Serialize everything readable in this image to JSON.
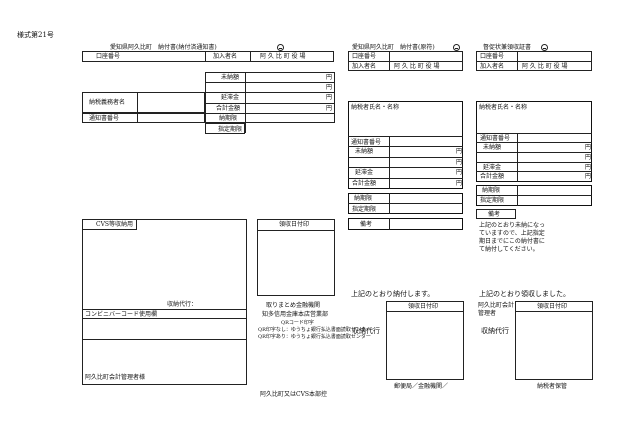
{
  "form_label": "様式第21号",
  "part1": {
    "title": "愛知県阿久比町　納付書(納付済通知書)",
    "account_label": "口座番号",
    "member_label": "加入者名",
    "member_value": "阿 久 比 町 役 場",
    "rows": [
      "未納額",
      "",
      "延滞金",
      "合計金額",
      "納期限",
      "指定期限"
    ],
    "yen": "円",
    "taxpayer_label": "納税義務者名",
    "notice_label": "通知書番号"
  },
  "part2": {
    "title": "愛知県阿久比町　納付書(原符)",
    "account_label": "口座番号",
    "member_label": "加入者名",
    "member_value": "阿 久 比 町 役 場",
    "taxpayer_label": "納税者氏名・名称",
    "notice_label": "通知書番号",
    "rows": [
      "未納額",
      "",
      "延滞金",
      "合計金額"
    ],
    "yen": "円",
    "due_label": "納期限",
    "deadline_label": "指定期限",
    "remarks_label": "備考",
    "confirm_text": "上記のとおり納付します。",
    "stamp_label": "領収日付印",
    "collect_label": "収納代行",
    "footer": "郵便局／金融機関／"
  },
  "part3": {
    "title": "督促状兼領収証書",
    "account_label": "口座番号",
    "member_label": "加入者名",
    "member_value": "阿 久 比 町 役 場",
    "taxpayer_label": "納税者氏名・名称",
    "notice_label": "通知書番号",
    "rows": [
      "未納額",
      "",
      "延滞金",
      "合計金額"
    ],
    "yen": "円",
    "due_label": "納期限",
    "deadline_label": "指定期限",
    "remarks_label": "備考",
    "notice_lines": [
      "上記のとおり未納になっ",
      "ていますので、上記指定",
      "期日までにこの納付書に",
      "て納付してください。"
    ],
    "confirm_text": "上記のとおり領収しました。",
    "official_lines": [
      "阿久比町会計",
      "管理者"
    ],
    "stamp_label": "領収日付印",
    "collect_label": "収納代行",
    "footer": "納税者保管"
  },
  "bottom": {
    "cvs_label": "CVS等収納用",
    "agent_label": "収納代行：",
    "barcode_label": "コンビニバーコード使用欄",
    "official_label": "阿久比町会計管理者様",
    "stamp_label": "領収日付印",
    "info_lines": [
      "取りまとめ金融機関",
      "知多信用金庫本店営業部",
      "QRコード印字",
      "QR印字なし：ゆうちょ銀行払込書面読取センター",
      "QR印字あり：ゆうちょ銀行払込書面読取センター"
    ],
    "footer": "阿久比町又はCVS本部控"
  }
}
